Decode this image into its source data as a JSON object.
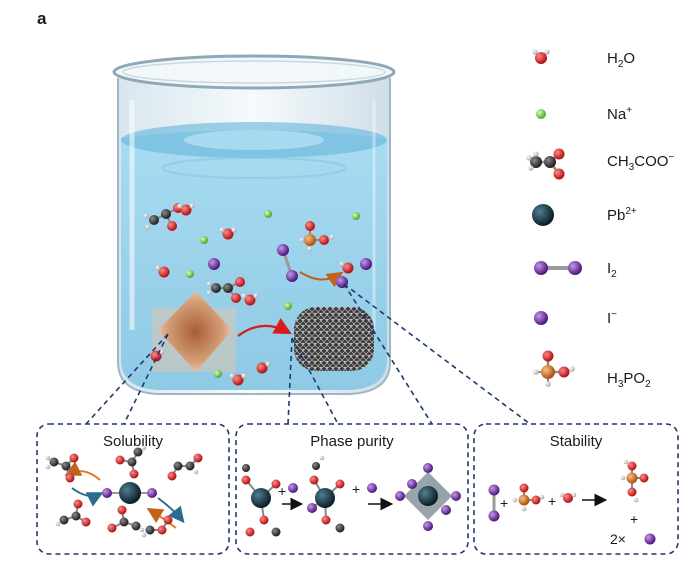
{
  "panel_label": "a",
  "legend": {
    "water": {
      "main": "H",
      "sub": "2",
      "tail": "O"
    },
    "sodium": {
      "main": "Na",
      "sup": "+"
    },
    "acetate": {
      "main": "CH",
      "sub": "3",
      "tail": "COO",
      "sup": "−"
    },
    "lead": {
      "main": "Pb",
      "sup": "2+"
    },
    "iodine": {
      "main": "I",
      "sub": "2"
    },
    "iodide": {
      "main": "I",
      "sup": "−"
    },
    "hypophosphorous": {
      "main": "H",
      "sub1": "3",
      "mid": "PO",
      "sub2": "2"
    }
  },
  "boxes": {
    "solubility": "Solubility",
    "phase_purity": "Phase purity",
    "stability": "Stability"
  },
  "symbols": {
    "plus": "+",
    "times_two": "2×"
  },
  "colors": {
    "oxygen": "#d41f1f",
    "hydrogen": "#e6e6e6",
    "sodium": "#7fd14b",
    "carbon": "#3a3a3a",
    "lead": "#163848",
    "iodine": "#6a2fa0",
    "phosphorus": "#d4701c",
    "water_fill": "#9ad4ec",
    "box_border": "#1e3a70"
  }
}
